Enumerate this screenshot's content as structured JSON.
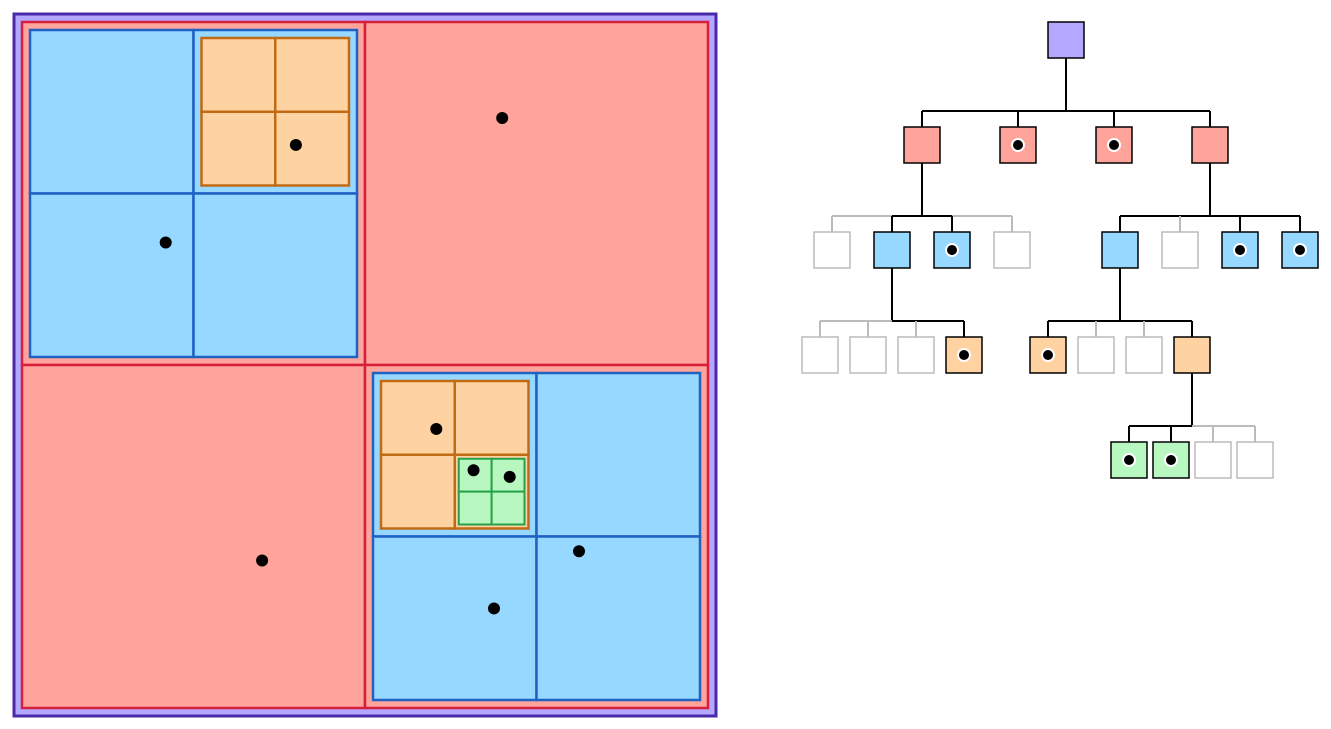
{
  "colors": {
    "root": "#b4a7ff",
    "root_border": "#4a2aa8",
    "level1": "#ffa49a",
    "level1_border": "#d71e3c",
    "level2": "#96d8ff",
    "level2_border": "#1f62c4",
    "level3": "#ffd2a2",
    "level3_border": "#c06a14",
    "level4": "#b8f7c0",
    "level4_border": "#27a24a",
    "point": "#000000",
    "empty_border": "#bbbbbb",
    "edge": "#000000"
  },
  "quadtree": {
    "root": {
      "level": 0,
      "children": [
        {
          "level": 1,
          "children": [
            {
              "level": 2,
              "point": false
            },
            {
              "level": 2,
              "children": [
                {
                  "level": 3,
                  "point": false
                },
                {
                  "level": 3,
                  "point": false
                },
                {
                  "level": 3,
                  "point": false
                },
                {
                  "level": 3,
                  "point": true
                }
              ]
            },
            {
              "level": 2,
              "point": true
            },
            {
              "level": 2,
              "point": false
            }
          ]
        },
        {
          "level": 1,
          "point": true
        },
        {
          "level": 1,
          "point": true
        },
        {
          "level": 1,
          "children": [
            {
              "level": 2,
              "children": [
                {
                  "level": 3,
                  "point": true
                },
                {
                  "level": 3,
                  "point": false
                },
                {
                  "level": 3,
                  "point": false
                },
                {
                  "level": 3,
                  "children": [
                    {
                      "level": 4,
                      "point": true
                    },
                    {
                      "level": 4,
                      "point": true
                    },
                    {
                      "level": 4,
                      "point": false
                    },
                    {
                      "level": 4,
                      "point": false
                    }
                  ]
                }
              ]
            },
            {
              "level": 2,
              "point": false
            },
            {
              "level": 2,
              "point": true
            },
            {
              "level": 2,
              "point": true
            }
          ]
        }
      ]
    }
  }
}
